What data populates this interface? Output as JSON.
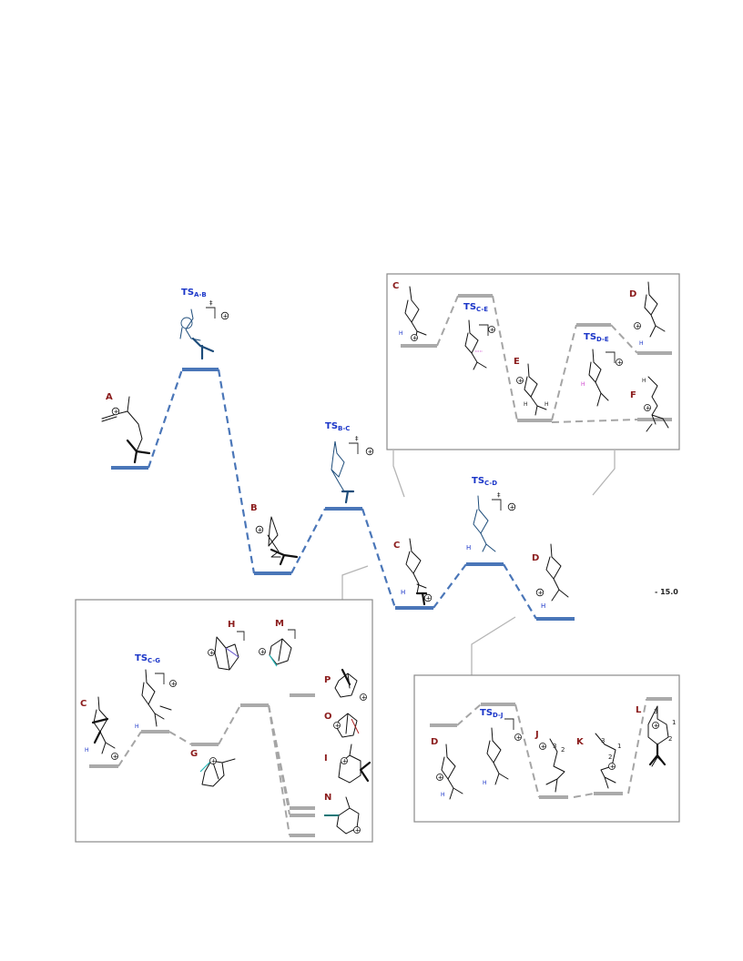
{
  "main": {
    "A": "A",
    "TS_AB": "TS",
    "TS_AB_sub": "A-B",
    "B": "B",
    "TS_BC": "TS",
    "TS_BC_sub": "B-C",
    "C": "C",
    "TS_CD": "TS",
    "TS_CD_sub": "C-D",
    "D": "D",
    "energy_value": "- 15.0"
  },
  "inset_top": {
    "C": "C",
    "TS_CE": "TS",
    "TS_CE_sub": "C-E",
    "E": "E",
    "TS_DE": "TS",
    "TS_DE_sub": "D-E",
    "D": "D",
    "F": "F"
  },
  "inset_left": {
    "C": "C",
    "TS_CG": "TS",
    "TS_CG_sub": "C-G",
    "G": "G",
    "H": "H",
    "M": "M",
    "P": "P",
    "O": "O",
    "I": "I",
    "N": "N"
  },
  "inset_right": {
    "D": "D",
    "TS_DJ": "TS",
    "TS_DJ_sub": "D-J",
    "J": "J",
    "K": "K",
    "L": "L",
    "num_1": "1",
    "num_2": "2",
    "num_3": "3"
  },
  "symbols": {
    "dagger": "‡",
    "plus": "+"
  },
  "colors": {
    "main_level": "#4a76b8",
    "inset_level": "#aaaaaa",
    "species_label": "#8b1c1c",
    "ts_label": "#1a35c8"
  },
  "icons": {
    "cation": "circled-plus-icon",
    "ts_bracket": "ts-bracket-icon"
  }
}
